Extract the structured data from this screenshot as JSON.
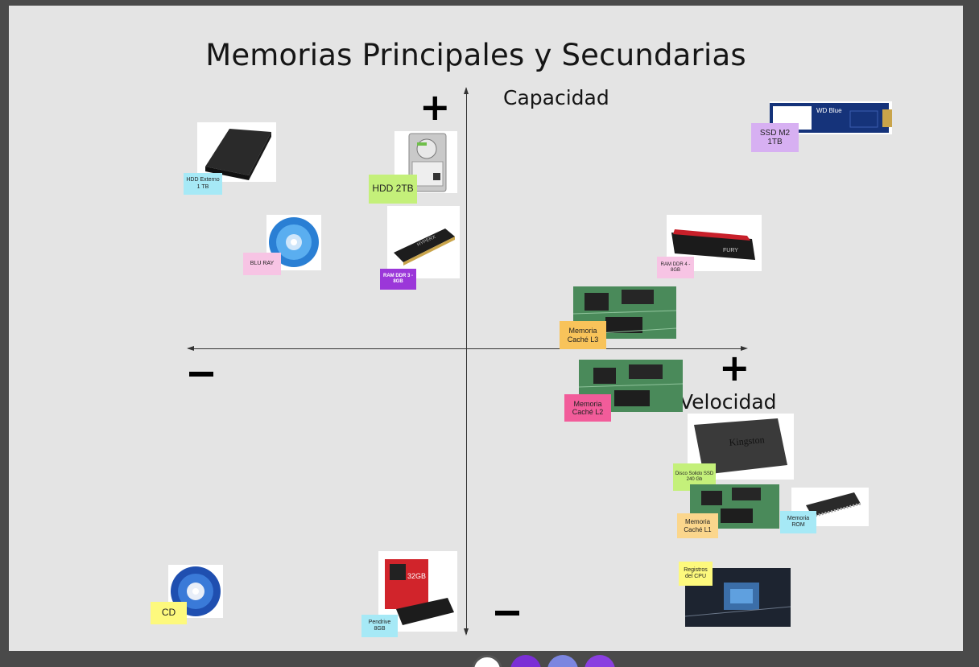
{
  "title": "Memorias Principales y Secundarias",
  "axes": {
    "y_label": "Capacidad",
    "x_label": "Velocidad",
    "plus": "+",
    "minus": "–"
  },
  "notes": {
    "hdd_externo": "HDD Externo 1 TB",
    "hdd_2tb": "HDD 2TB",
    "ssd_m2": "SSD M2 1TB",
    "blu_ray": "BLU RAY",
    "ram_ddr3": "RAM DDR 3 - 8GB",
    "ram_ddr4": "RAM DDR 4 - 8GB",
    "cache_l3": "Memoria Caché L3",
    "cache_l2": "Memoria Caché L2",
    "ssd_240": "Disco Solido SSD 240 Gb",
    "cache_l1": "Memoria Caché L1",
    "rom": "Memoria ROM",
    "registros": "Registros del CPU",
    "cd": "CD",
    "pendrive": "Pendrive 8GB"
  },
  "image_labels": {
    "ssd_m2_brand": "WD Blue",
    "kingston": "Kingston",
    "pendrive_capacity": "32GB",
    "ram_ddr3_brand": "HYPERX",
    "ram_ddr4_brand": "FURY"
  },
  "colors": {
    "note_cyan": "#a6e9f6",
    "note_green": "#c4f07a",
    "note_violet": "#d7b0f2",
    "note_pink": "#f7c4e4",
    "note_purple": "#9b37d9",
    "note_orange": "#f8c35a",
    "note_hotpink": "#f25c9a",
    "note_yellow": "#fdf97d",
    "note_peach": "#fbd68c"
  }
}
